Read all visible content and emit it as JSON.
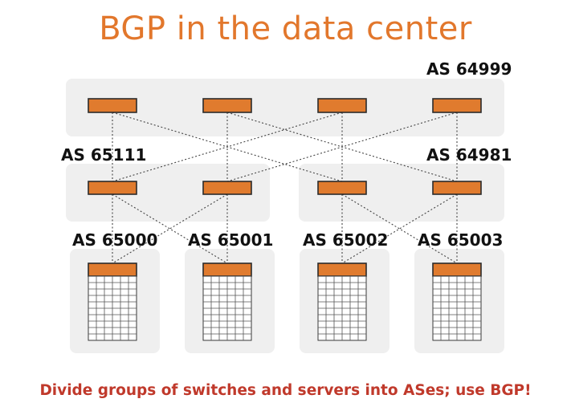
{
  "title": "BGP in the data center",
  "caption": "Divide groups of switches and servers into ASes; use BGP!",
  "colors": {
    "title": "#e2772c",
    "caption": "#c0392b",
    "switch_fill": "#e07b2e",
    "switch_border": "#2b2b2b",
    "group_background": "#efefef",
    "link": "#444444"
  },
  "spine_group": {
    "as_label": "AS 64999"
  },
  "leaf_groups": [
    {
      "as_label": "AS 65111"
    },
    {
      "as_label": "AS 64981"
    }
  ],
  "rack_groups": [
    {
      "as_label": "AS 65000"
    },
    {
      "as_label": "AS 65001"
    },
    {
      "as_label": "AS 65002"
    },
    {
      "as_label": "AS 65003"
    }
  ]
}
